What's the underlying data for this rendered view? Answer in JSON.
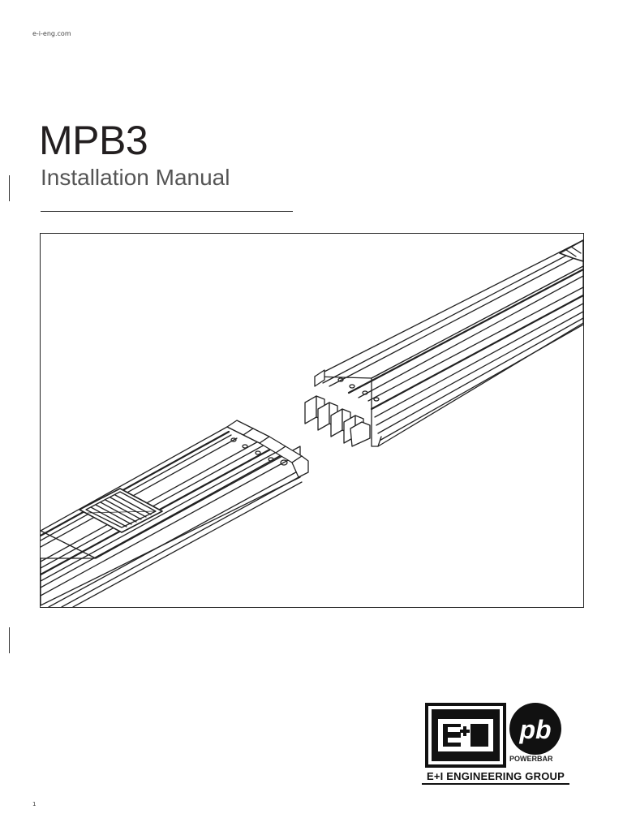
{
  "header": {
    "site_url": "e-i-eng.com"
  },
  "cover": {
    "title": "MPB3",
    "subtitle": "Installation Manual"
  },
  "figure": {
    "icon": "busbar-joint-illustration",
    "line_color": "#222222"
  },
  "logo": {
    "ei_mark": "E+I",
    "pb_mark": "pb",
    "powerbar_label": "POWERBAR",
    "company_name": "E+I ENGINEERING GROUP",
    "brand_color": "#111111"
  },
  "footer": {
    "page_number": "1"
  }
}
